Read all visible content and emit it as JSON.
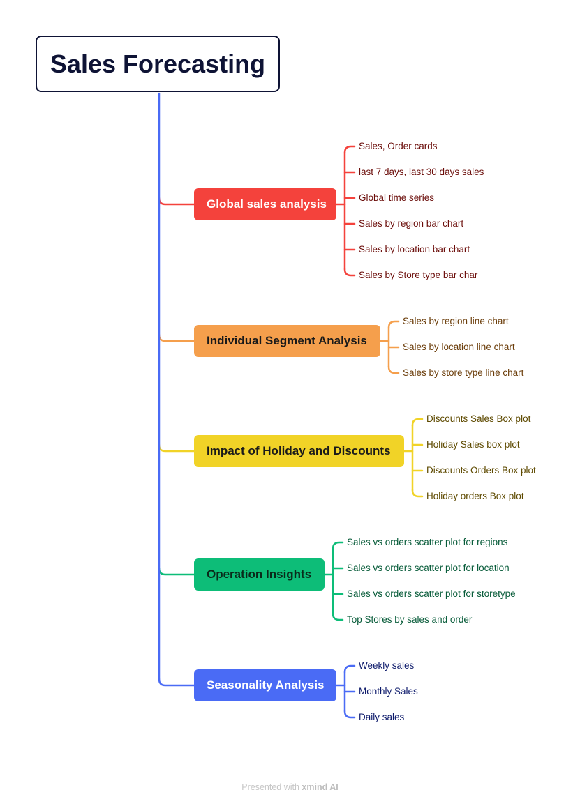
{
  "root": {
    "title": "Sales Forecasting"
  },
  "branches": [
    {
      "label": "Global sales analysis",
      "color": "#f4423c",
      "text_color": "#ffffff",
      "leaf_color": "#6b0d0a",
      "leaves": [
        "Sales, Order cards",
        "last 7 days, last 30 days sales",
        "Global time series",
        "Sales by region bar chart",
        "Sales by location bar chart",
        "Sales by Store type bar char"
      ]
    },
    {
      "label": "Individual Segment Analysis",
      "color": "#f59f4c",
      "text_color": "#1a1a1a",
      "leaf_color": "#6b3d0a",
      "leaves": [
        "Sales by region line chart",
        "Sales by location line chart",
        "Sales by store type  line chart"
      ]
    },
    {
      "label": "Impact of Holiday and Discounts",
      "color": "#f1d327",
      "text_color": "#1a1a1a",
      "leaf_color": "#5e4a00",
      "leaves": [
        "Discounts Sales Box plot",
        "Holiday Sales box plot",
        "Discounts Orders Box plot",
        "Holiday orders Box plot"
      ]
    },
    {
      "label": "Operation Insights",
      "color": "#0dbd78",
      "text_color": "#0a2a1a",
      "leaf_color": "#085c3a",
      "leaves": [
        "Sales vs orders scatter plot for regions",
        "Sales vs orders scatter plot for location",
        "Sales vs orders scatter plot for storetype",
        "Top Stores by sales and order"
      ]
    },
    {
      "label": "Seasonality Analysis",
      "color": "#4a6bf5",
      "text_color": "#ffffff",
      "leaf_color": "#0d1a6b",
      "leaves": [
        "Weekly sales",
        "Monthly Sales",
        "Daily sales"
      ]
    }
  ],
  "trunk_color": "#4a6bf5",
  "footer": {
    "prefix": "Presented with",
    "brand": "xmind AI"
  }
}
